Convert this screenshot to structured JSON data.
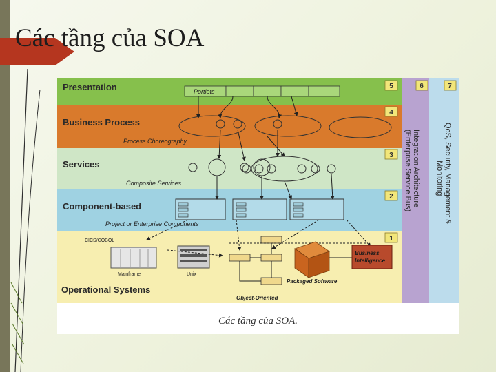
{
  "slide": {
    "title": "Các tầng của SOA"
  },
  "figure": {
    "caption": "Các tầng của SOA.",
    "layers": [
      {
        "number": "5",
        "label": "Presentation",
        "color": "#86c04c"
      },
      {
        "number": "4",
        "label": "Business Process",
        "color": "#d97a2c"
      },
      {
        "number": "3",
        "label": "Services",
        "color": "#cfe6c6"
      },
      {
        "number": "2",
        "label": "Component-based",
        "color": "#9fd2e2"
      },
      {
        "number": "1",
        "label": "Operational Systems",
        "color": "#f7eeb0"
      }
    ],
    "col6": {
      "number": "6",
      "text": [
        "Integration Architecture",
        "(Enterprise Service Bus)"
      ],
      "color": "#b8a3d0"
    },
    "col7": {
      "number": "7",
      "text": [
        "QoS, Security, Management &",
        "Monitoring"
      ],
      "color": "#bcdcec"
    },
    "labels": {
      "portlets": "Portlets",
      "process_choreography": "Process Choreography",
      "composite_services": "Composite Services",
      "project_components": "Project or Enterprise Components",
      "cics": "CICS/COBOL",
      "mainframe": "Mainframe",
      "unix": "Unix",
      "packaged_software": "Packaged Software",
      "object_oriented": "Object-Oriented",
      "bi_line1": "Business",
      "bi_line2": "Intelligence"
    }
  }
}
